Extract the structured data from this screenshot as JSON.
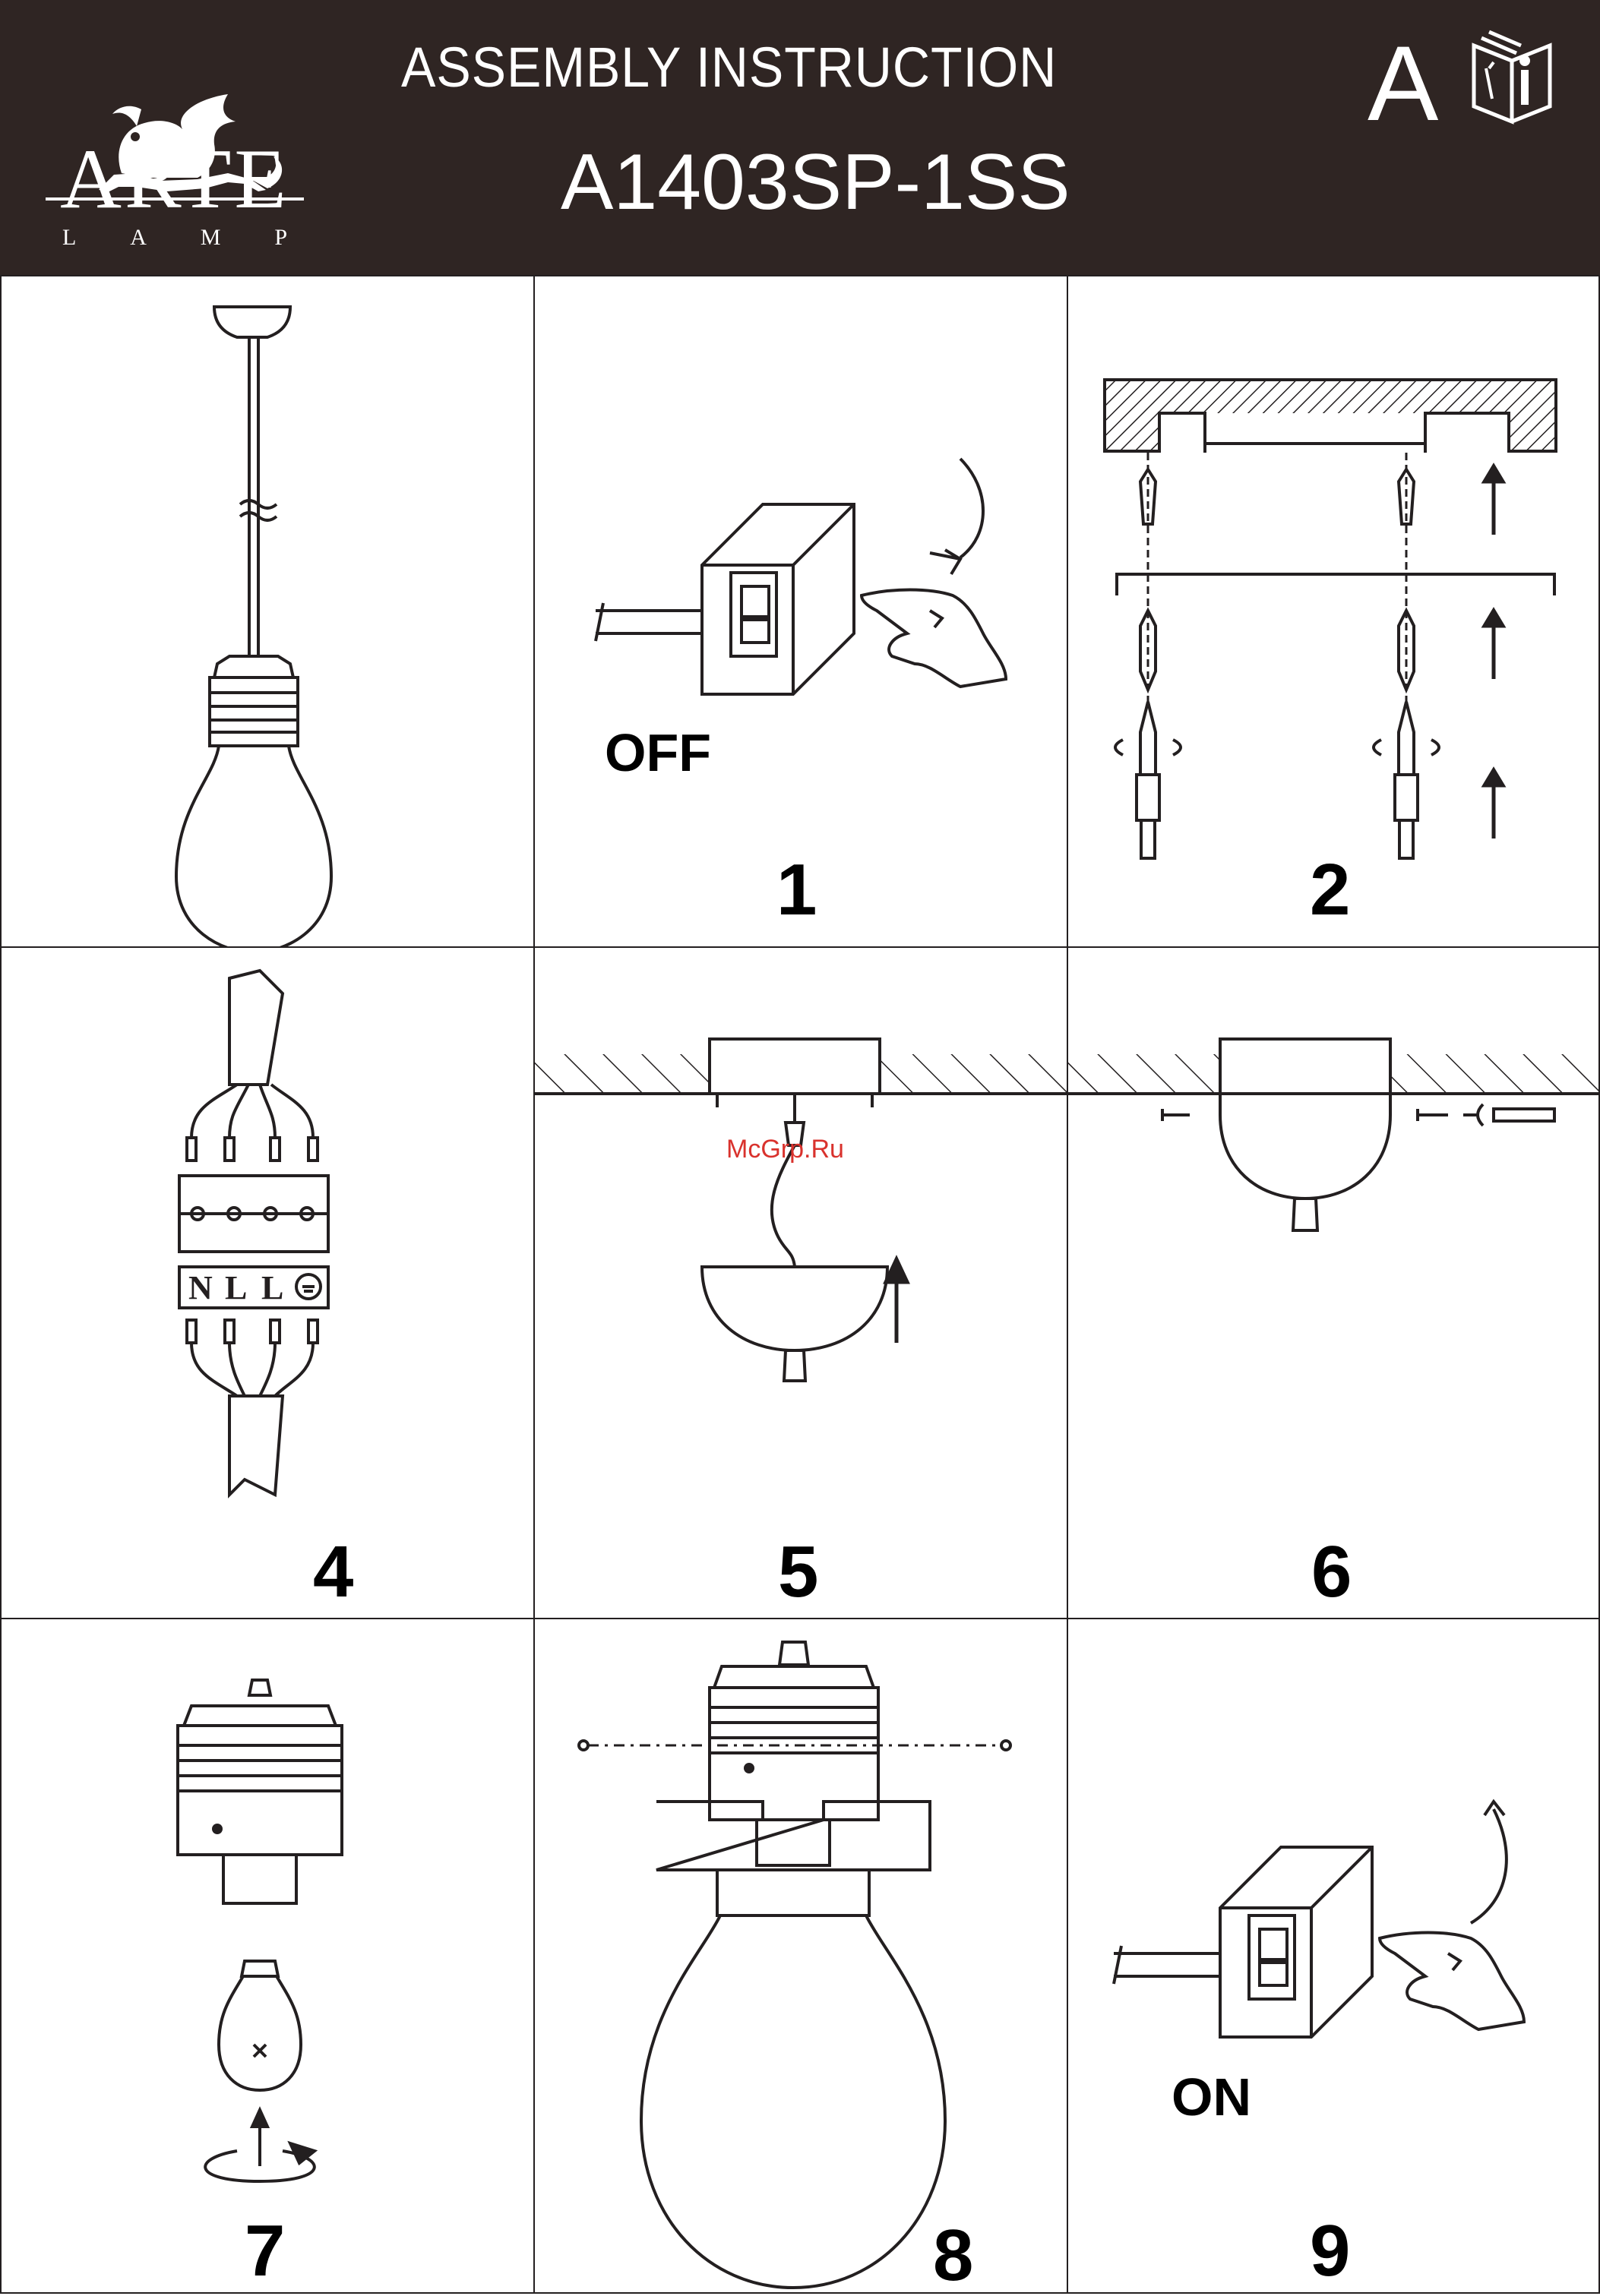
{
  "header": {
    "brand": "ARTE",
    "brand_sub": [
      "L",
      "A",
      "M",
      "P"
    ],
    "title": "ASSEMBLY  INSTRUCTION",
    "model": "A1403SP-1SS",
    "language": "A",
    "info_icon": "manual-info-icon"
  },
  "steps": [
    {
      "number": ""
    },
    {
      "number": "1",
      "label": "OFF"
    },
    {
      "number": "2"
    },
    {
      "number": "4",
      "terminal": [
        "N",
        "L",
        "L"
      ]
    },
    {
      "number": "5"
    },
    {
      "number": "6"
    },
    {
      "number": "7"
    },
    {
      "number": "8"
    },
    {
      "number": "9",
      "label": "ON"
    }
  ],
  "watermark": "McGrp.Ru",
  "colors": {
    "header_bg": "#2f2523",
    "line": "#231f20",
    "watermark": "#d9322d"
  }
}
